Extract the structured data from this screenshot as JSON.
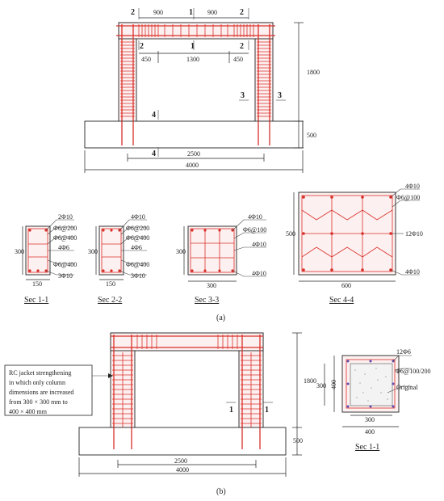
{
  "part_a": {
    "label": "(a)",
    "frame_dims": {
      "top_left": "900",
      "top_right": "900",
      "mid_left": "450",
      "mid_center": "1300",
      "mid_right": "450",
      "height": "1800",
      "base_height": "500",
      "inner_span": "2500",
      "total_width": "4000"
    },
    "section_marks": {
      "s1": "1",
      "s2": "2",
      "s3": "3",
      "s4": "4"
    },
    "sections": [
      {
        "title": "Sec 1-1",
        "width": "150",
        "height": "300",
        "callouts": [
          "2Φ10",
          "Φ6@200",
          "Φ6@400",
          "4Φ6",
          "Φ6@400",
          "3Φ10"
        ]
      },
      {
        "title": "Sec 2-2",
        "width": "150",
        "height": "300",
        "callouts": [
          "4Φ10",
          "Φ6@200",
          "Φ6@400",
          "4Φ6",
          "Φ6@400",
          "3Φ10"
        ]
      },
      {
        "title": "Sec 3-3",
        "width": "300",
        "height": "300",
        "callouts": [
          "4Φ10",
          "Φ6@100",
          "4Φ10",
          "4Φ10"
        ]
      },
      {
        "title": "Sec 4-4",
        "width": "600",
        "height": "500",
        "callouts": [
          "4Φ10",
          "Φ6@100",
          "12Φ10",
          "4Φ10"
        ]
      }
    ]
  },
  "part_b": {
    "label": "(b)",
    "note": [
      "RC jacket strengthening",
      "in which only column",
      "dimensions are increased",
      "from 300 × 300 mm to",
      "400 × 400 mm"
    ],
    "frame_dims": {
      "height": "1800",
      "base_height": "500",
      "inner_span": "2500",
      "total_width": "4000"
    },
    "section_mark": "1",
    "section": {
      "title": "Sec 1-1",
      "inner_width": "300",
      "outer_width": "400",
      "inner_height": "300",
      "outer_height": "400",
      "callouts": [
        "12Φ6",
        "Φ6@100/200",
        "Original"
      ]
    }
  }
}
